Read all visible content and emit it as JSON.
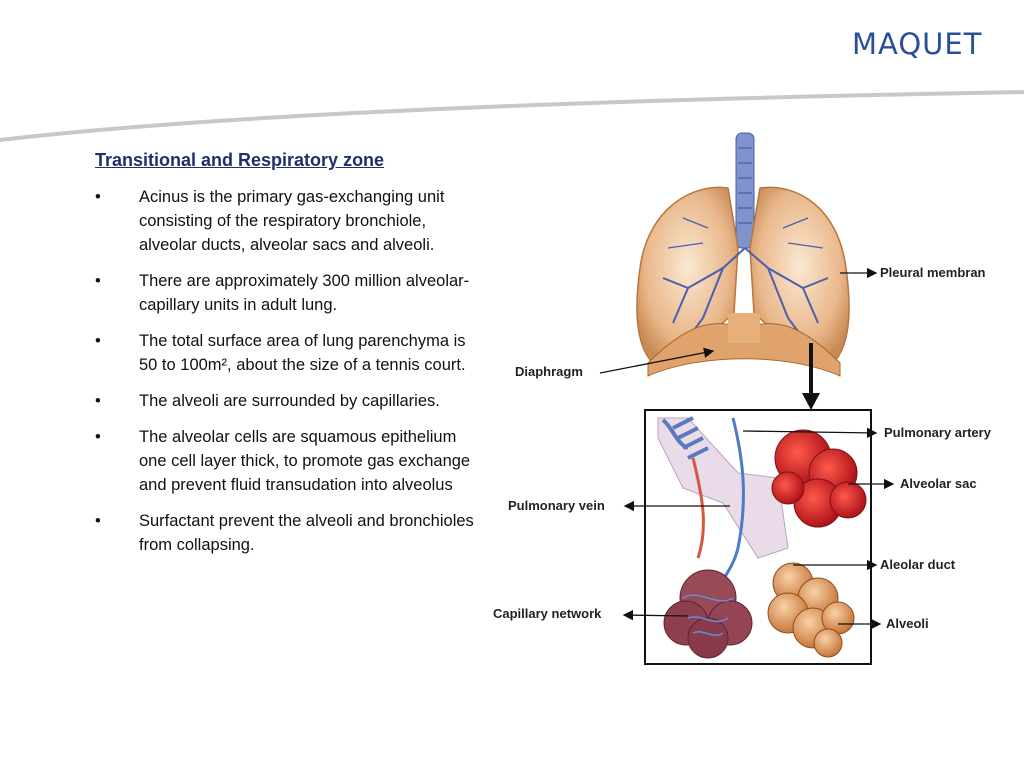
{
  "brand": {
    "logo_text": "MAQUET",
    "color": "#2a4f9a"
  },
  "heading": "Transitional and Respiratory zone",
  "bullets": [
    "Acinus is the primary gas-exchanging unit consisting of the respiratory bronchiole, alveolar ducts, alveolar sacs and alveoli.",
    "There are approximately 300 million alveolar-capillary units in adult lung.",
    "The total surface area of lung parenchyma is 50 to 100m², about the size of a tennis court.",
    "The alveoli are surrounded by capillaries.",
    "The alveolar cells are squamous epithelium one cell layer thick, to promote gas exchange and prevent fluid transudation into alveolus",
    "Surfactant prevent the alveoli and bronchioles from collapsing."
  ],
  "figure": {
    "labels": {
      "pleural": "Pleural membran",
      "diaphragm": "Diaphragm",
      "pulmonary_artery": "Pulmonary artery",
      "alveolar_sac": "Alveolar sac",
      "pulmonary_vein": "Pulmonary vein",
      "alveolar_duct": "Aleolar duct",
      "capillary_network": "Capillary network",
      "alveoli": "Alveoli"
    }
  }
}
